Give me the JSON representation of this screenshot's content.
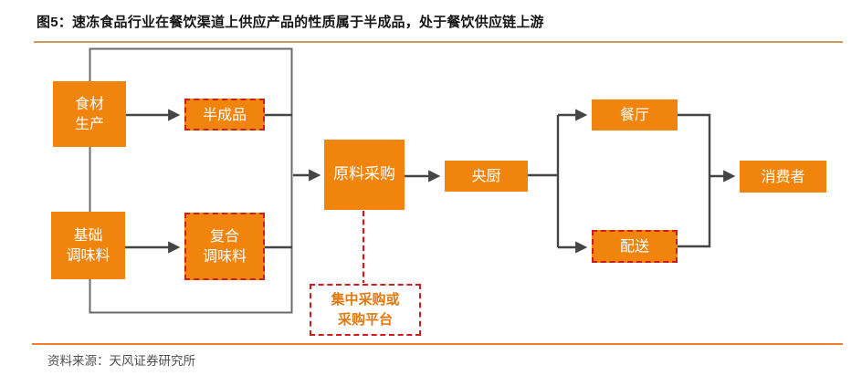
{
  "figure": {
    "title": "图5：速冻食品行业在餐饮渠道上供应产品的性质属于半成品，处于餐饮供应链上游",
    "source": "资料来源：天风证券研究所"
  },
  "diagram": {
    "nodes": {
      "food_production": "食材\n生产",
      "semi_finished": "半成品",
      "basic_seasoning": "基础\n调味料",
      "compound_seasoning": "复合\n调味料",
      "raw_material_purchase": "原料采购",
      "central_kitchen": "央厨",
      "restaurant": "餐厅",
      "delivery": "配送",
      "consumer": "消费者",
      "procurement_note": "集中采购或\n采购平台"
    },
    "edges": [
      {
        "from": "食材生产",
        "to": "半成品"
      },
      {
        "from": "基础调味料",
        "to": "复合调味料"
      },
      {
        "from": "半成品/复合调味料",
        "to": "原料采购"
      },
      {
        "from": "原料采购",
        "to": "央厨"
      },
      {
        "from": "央厨",
        "to": "餐厅"
      },
      {
        "from": "央厨",
        "to": "配送"
      },
      {
        "from": "餐厅",
        "to": "消费者"
      },
      {
        "from": "配送",
        "to": "消费者"
      },
      {
        "from": "原料采购",
        "to": "集中采购或采购平台",
        "style": "dashed"
      }
    ],
    "colors": {
      "node_fill": "#F0840C",
      "dashed_border": "#CE1D1D",
      "connector": "#454545",
      "container_outline": "#6B6B6B",
      "title_rule": "#CD9B57",
      "source_rule": "#EE7F30",
      "note_text": "#E2790F"
    }
  }
}
